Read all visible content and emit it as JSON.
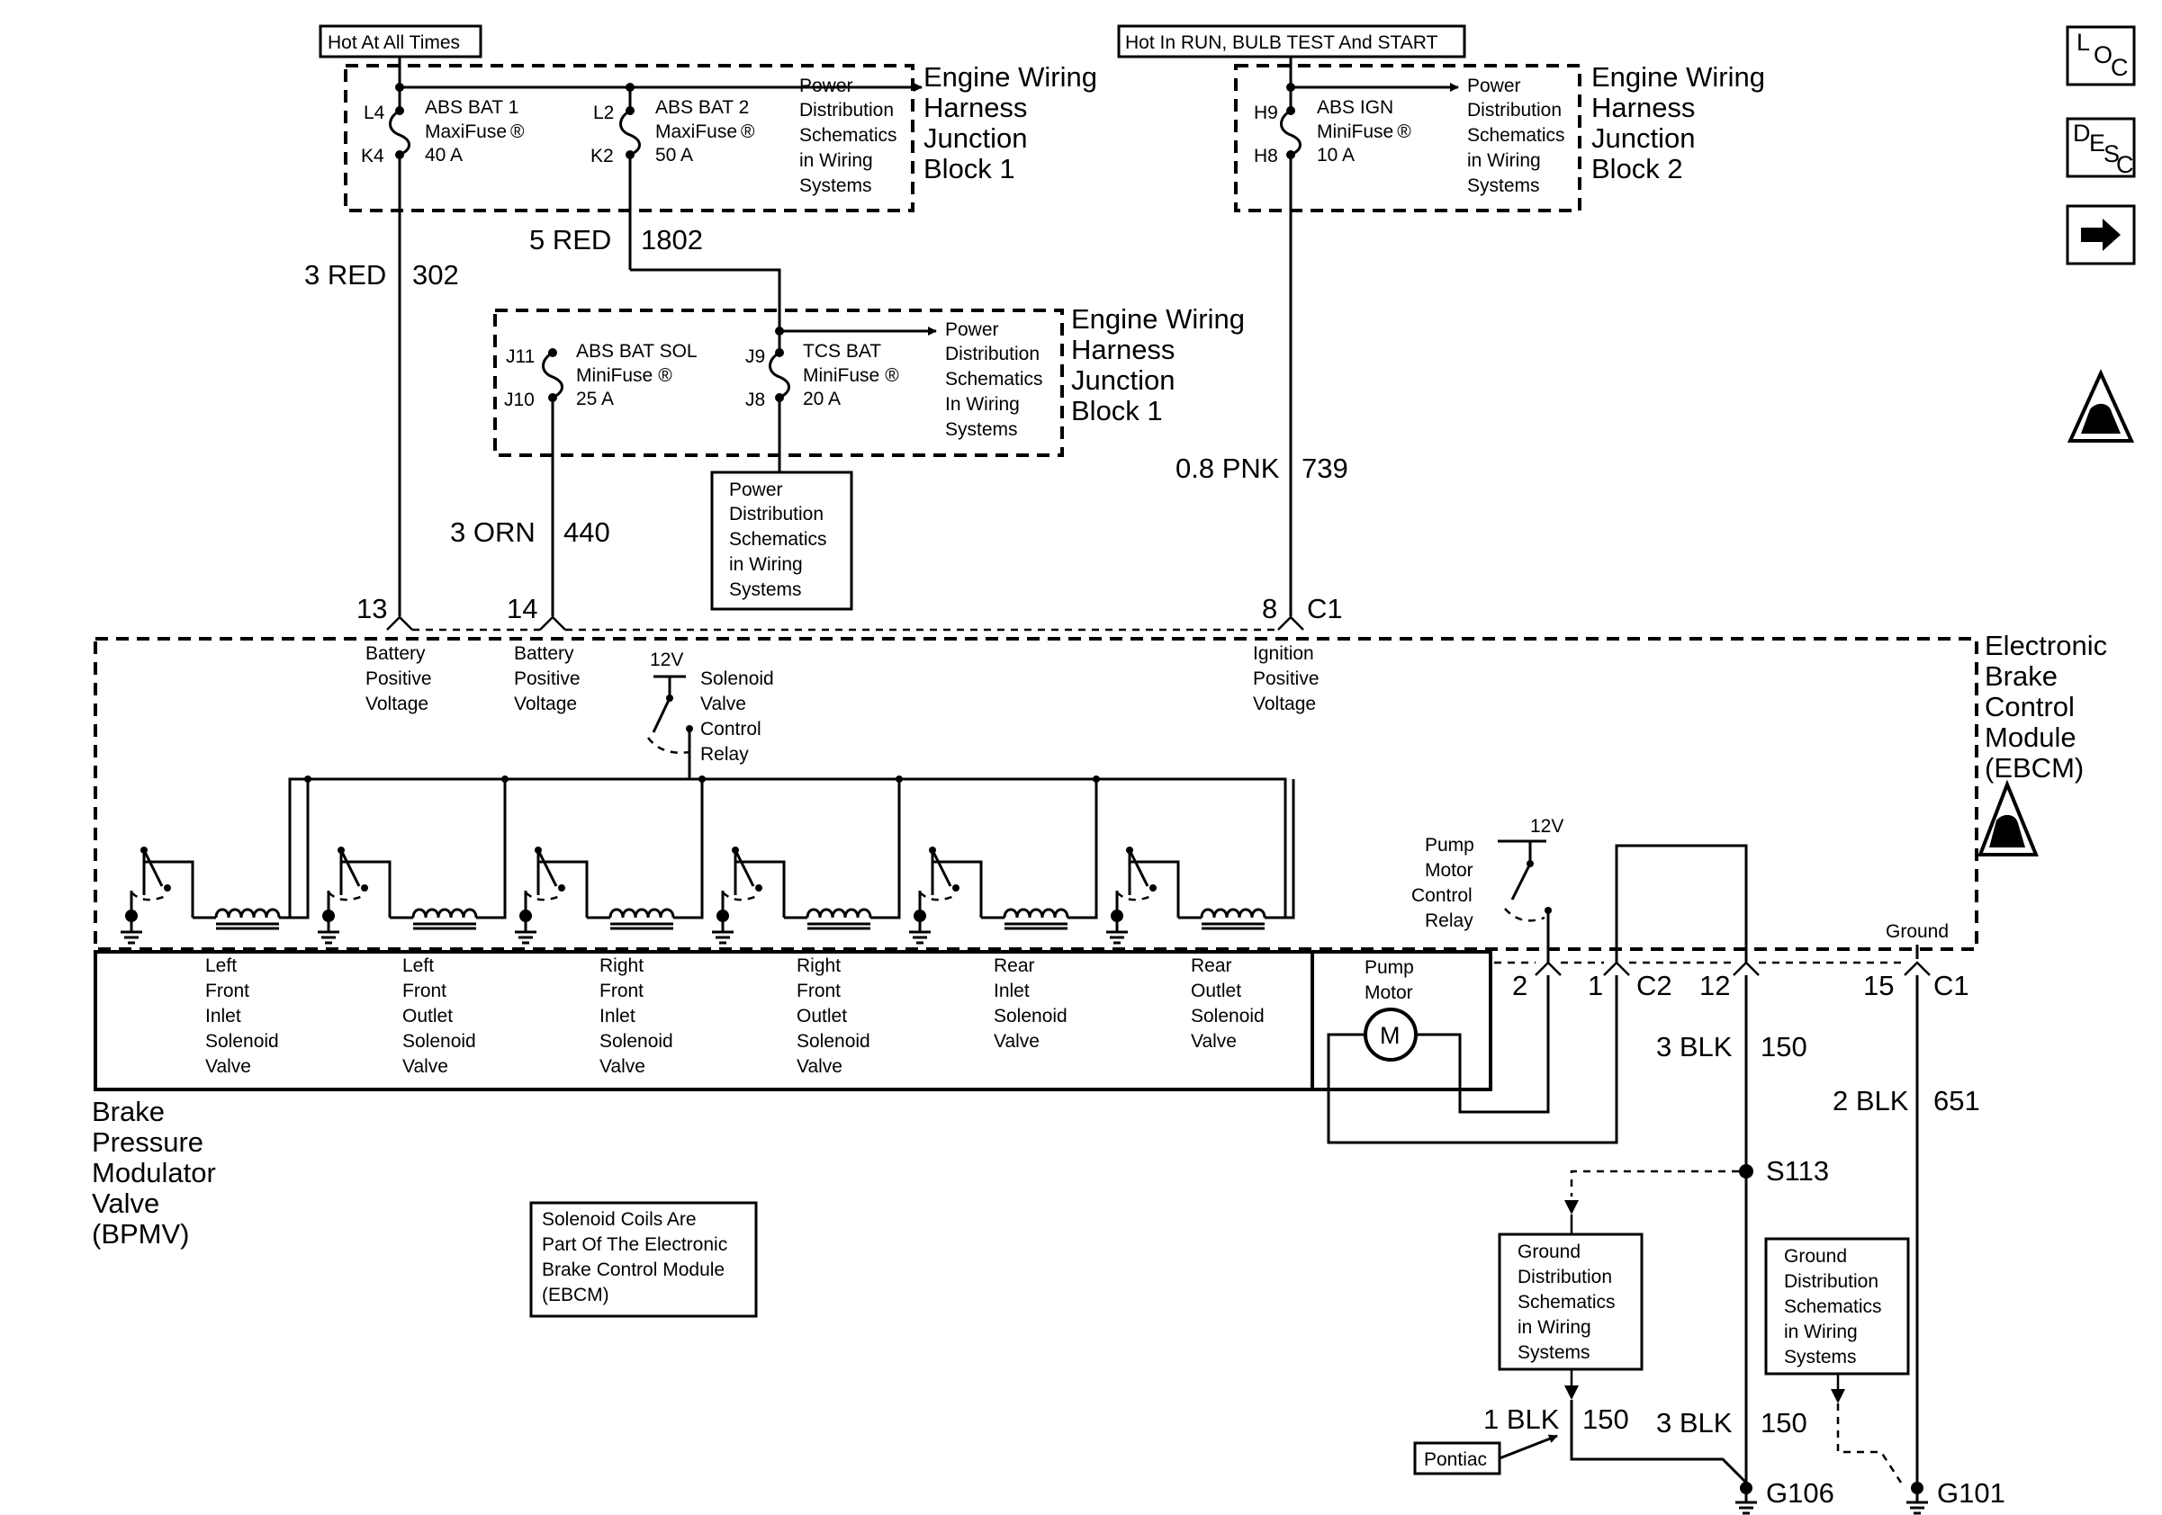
{
  "hot_labels": {
    "always": "Hot At All Times",
    "run": "Hot In RUN, BULB TEST And START"
  },
  "nav": {
    "loc": [
      "L",
      "O",
      "C"
    ],
    "desc": [
      "D",
      "E",
      "S",
      "C"
    ]
  },
  "jb1_top": {
    "name": [
      "Engine Wiring",
      "Harness",
      "Junction",
      "Block 1"
    ],
    "fuse1": {
      "name": "ABS BAT 1",
      "type": "MaxiFuse",
      "rating": "40 A",
      "top": "L4",
      "bottom": "K4"
    },
    "fuse2": {
      "name": "ABS BAT 2",
      "type": "MaxiFuse",
      "rating": "50 A",
      "top": "L2",
      "bottom": "K2"
    },
    "pds": [
      "Power",
      "Distribution",
      "Schematics",
      "in Wiring",
      "Systems"
    ]
  },
  "jb2": {
    "name": [
      "Engine Wiring",
      "Harness",
      "Junction",
      "Block 2"
    ],
    "fuse": {
      "name": "ABS IGN",
      "type": "MiniFuse",
      "rating": "10 A",
      "top": "H9",
      "bottom": "H8"
    },
    "pds": [
      "Power",
      "Distribution",
      "Schematics",
      "in Wiring",
      "Systems"
    ]
  },
  "jb1_mid": {
    "name": [
      "Engine Wiring",
      "Harness",
      "Junction",
      "Block 1"
    ],
    "fuse1": {
      "name": "ABS BAT SOL",
      "type": "MiniFuse",
      "rating": "25 A",
      "top": "J11",
      "bottom": "J10"
    },
    "fuse2": {
      "name": "TCS BAT",
      "type": "MiniFuse",
      "rating": "20 A",
      "top": "J9",
      "bottom": "J8"
    },
    "pds": [
      "Power",
      "Distribution",
      "Schematics",
      "In Wiring",
      "Systems"
    ]
  },
  "pds_box": [
    "Power",
    "Distribution",
    "Schematics",
    "in Wiring",
    "Systems"
  ],
  "wires": {
    "w302": {
      "size": "3 RED",
      "circuit": "302"
    },
    "w1802": {
      "size": "5 RED",
      "circuit": "1802"
    },
    "w440": {
      "size": "3 ORN",
      "circuit": "440"
    },
    "w739": {
      "size": "0.8 PNK",
      "circuit": "739"
    },
    "w150a": {
      "size": "3 BLK",
      "circuit": "150"
    },
    "w651": {
      "size": "2 BLK",
      "circuit": "651"
    },
    "w150b": {
      "size": "1 BLK",
      "circuit": "150"
    },
    "w150c": {
      "size": "3 BLK",
      "circuit": "150"
    }
  },
  "pins": {
    "p13": "13",
    "p14": "14",
    "p8": "8",
    "c1a": "C1",
    "p2": "2",
    "p1": "1",
    "c2": "C2",
    "p12": "12",
    "p15": "15",
    "c1b": "C1"
  },
  "ebcm": {
    "name": [
      "Electronic",
      "Brake",
      "Control",
      "Module",
      "(EBCM)"
    ],
    "batt1": [
      "Battery",
      "Positive",
      "Voltage"
    ],
    "batt2": [
      "Battery",
      "Positive",
      "Voltage"
    ],
    "ign": [
      "Ignition",
      "Positive",
      "Voltage"
    ],
    "relay": [
      "Solenoid",
      "Valve",
      "Control",
      "Relay"
    ],
    "relay_v": "12V",
    "pump_relay": [
      "Pump",
      "Motor",
      "Control",
      "Relay"
    ],
    "pump_v": "12V",
    "ground": "Ground"
  },
  "bpmv": {
    "name": [
      "Brake",
      "Pressure",
      "Modulator",
      "Valve",
      "(BPMV)"
    ],
    "valves": [
      [
        "Left",
        "Front",
        "Inlet",
        "Solenoid",
        "Valve"
      ],
      [
        "Left",
        "Front",
        "Outlet",
        "Solenoid",
        "Valve"
      ],
      [
        "Right",
        "Front",
        "Inlet",
        "Solenoid",
        "Valve"
      ],
      [
        "Right",
        "Front",
        "Outlet",
        "Solenoid",
        "Valve"
      ],
      [
        "Rear",
        "Inlet",
        "Solenoid",
        "Valve"
      ],
      [
        "Rear",
        "Outlet",
        "Solenoid",
        "Valve"
      ]
    ],
    "pump": [
      "Pump",
      "Motor"
    ],
    "motor_symbol": "M"
  },
  "note": [
    "Solenoid Coils Are",
    "Part Of The Electronic",
    "Brake Control Module",
    "(EBCM)"
  ],
  "ground_dist_1": [
    "Ground",
    "Distribution",
    "Schematics",
    "in Wiring",
    "Systems"
  ],
  "ground_dist_2": [
    "Ground",
    "Distribution",
    "Schematics",
    "in Wiring",
    "Systems"
  ],
  "splice": "S113",
  "grounds": {
    "g106": "G106",
    "g101": "G101"
  },
  "pontiac": "Pontiac"
}
